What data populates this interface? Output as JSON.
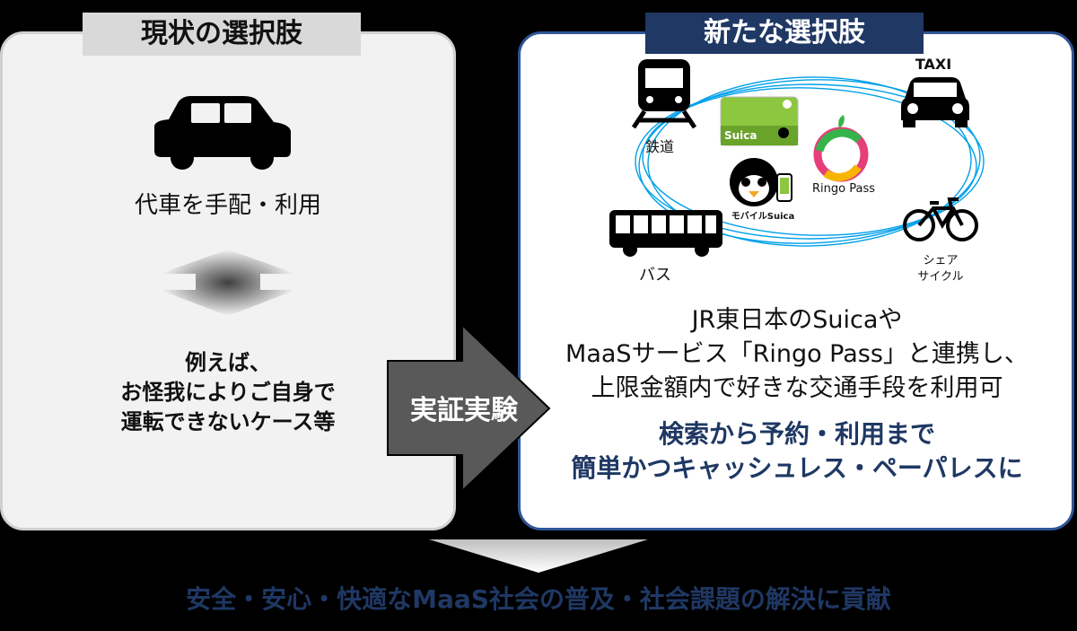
{
  "left": {
    "tab_title": "現状の選択肢",
    "action": "代車を手配・利用",
    "example_lines": [
      "例えば、",
      "お怪我によりご自身で",
      "運転できないケース等"
    ]
  },
  "arrow": {
    "label": "実証実験"
  },
  "right": {
    "tab_title": "新たな選択肢",
    "icons": {
      "train": "鉄道",
      "taxi": "TAXI",
      "bus": "バス",
      "share_cycle_lines": [
        "シェア",
        "サイクル"
      ],
      "suica_card": "Suica",
      "mobile_suica": "モバイルSuica",
      "ringo_pass": "Ringo Pass"
    },
    "main_lines": [
      "JR東日本のSuicaや",
      "MaaSサービス「Ringo Pass」と連携し、",
      "上限金額内で好きな交通手段を利用可"
    ],
    "highlight_lines": [
      "検索から予約・利用まで",
      "簡単かつキャッシュレス・ペーパレスに"
    ]
  },
  "bottom": {
    "conclusion": "安全・安心・快適なMaaS社会の普及・社会課題の解決に貢献"
  },
  "colors": {
    "navy": "#1f3864",
    "border_blue": "#2f5597",
    "ring_blue": "#00a0e9",
    "gray_panel": "#f2f2f2"
  }
}
